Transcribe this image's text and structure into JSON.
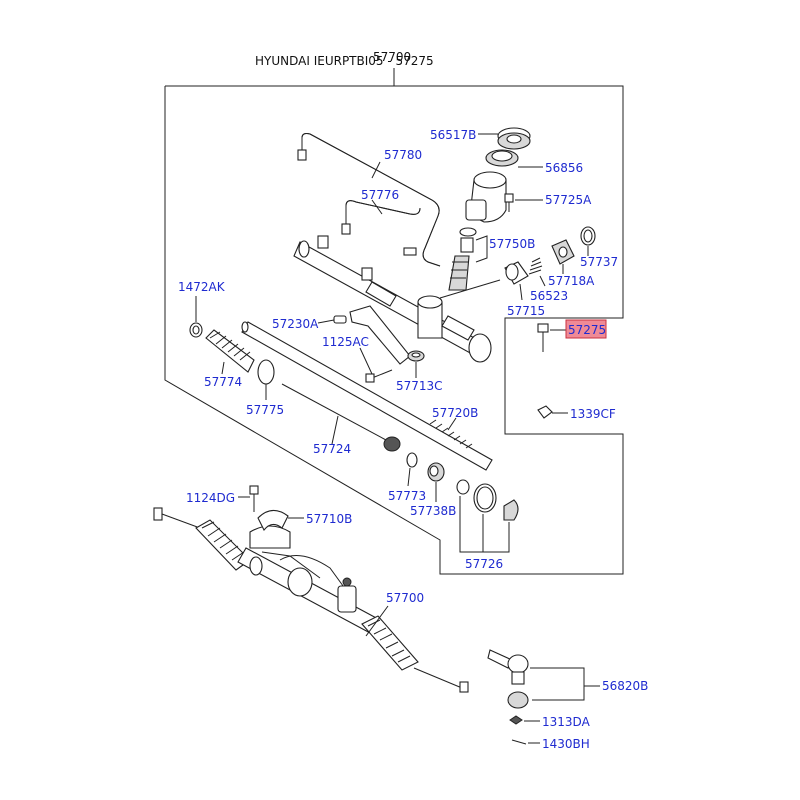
{
  "diagram": {
    "title": "HYUNDAI IEURPTBI05 - 57275",
    "title_overlay": "57700",
    "highlight_color": "#ef8a96",
    "label_color": "#1f2bd0",
    "parts": {
      "p56517B": "56517B",
      "p57780": "57780",
      "p56856": "56856",
      "p57776": "57776",
      "p57725A": "57725A",
      "p57750B": "57750B",
      "p57737": "57737",
      "p57718A": "57718A",
      "p1472AK": "1472AK",
      "p56523": "56523",
      "p57715": "57715",
      "p57230A": "57230A",
      "p57275": "57275",
      "p1125AC": "1125AC",
      "p57774": "57774",
      "p57713C": "57713C",
      "p57775": "57775",
      "p1339CF": "1339CF",
      "p57720B": "57720B",
      "p57724": "57724",
      "p57773": "57773",
      "p1124DG": "1124DG",
      "p57738B": "57738B",
      "p57710B": "57710B",
      "p57726": "57726",
      "p57700": "57700",
      "p56820B": "56820B",
      "p1313DA": "1313DA",
      "p1430BH": "1430BH"
    }
  }
}
